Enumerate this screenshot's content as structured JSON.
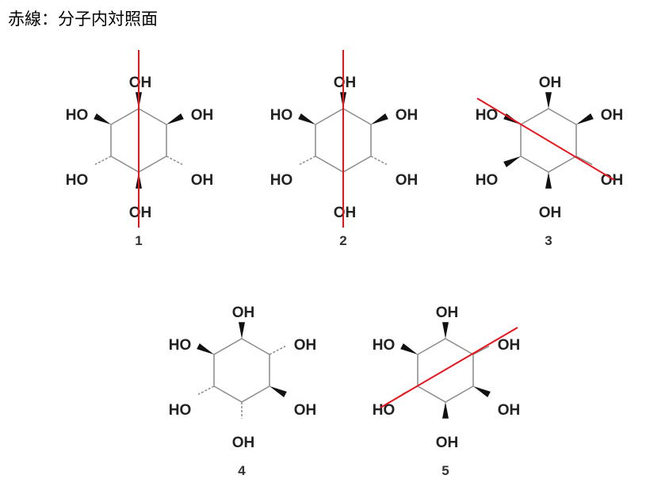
{
  "title": "赤線：分子内対照面",
  "colors": {
    "mirror_plane": "#e8141b",
    "bond": "#8a8a8a",
    "wedge": "#111111"
  },
  "molecules": [
    {
      "number": "1",
      "labels": {
        "top": "OH",
        "ur": "OH",
        "lr": "OH",
        "bottom": "OH",
        "ll": "HO",
        "ul": "HO"
      },
      "bonds": {
        "top": "wedge",
        "ur": "wedge",
        "lr": "dash",
        "bottom": "wedge",
        "ll": "dash",
        "ul": "wedge"
      },
      "mirror_plane": "vertical"
    },
    {
      "number": "2",
      "labels": {
        "top": "OH",
        "ur": "OH",
        "lr": "OH",
        "bottom": "OH",
        "ll": "HO",
        "ul": "HO"
      },
      "bonds": {
        "top": "wedge",
        "ur": "wedge",
        "lr": "dash",
        "bottom": "plain",
        "ll": "dash",
        "ul": "wedge"
      },
      "mirror_plane": "vertical"
    },
    {
      "number": "3",
      "labels": {
        "top": "OH",
        "ur": "OH",
        "lr": "OH",
        "bottom": "OH",
        "ll": "HO",
        "ul": "HO"
      },
      "bonds": {
        "top": "wedge",
        "ur": "wedge",
        "lr": "plain",
        "bottom": "wedge",
        "ll": "wedge",
        "ul": "wedge"
      },
      "mirror_plane": "ul-lr"
    },
    {
      "number": "4",
      "labels": {
        "top": "OH",
        "ur": "OH",
        "lr": "OH",
        "bottom": "OH",
        "ll": "HO",
        "ul": "HO"
      },
      "bonds": {
        "top": "wedge",
        "ur": "dash",
        "lr": "wedge",
        "bottom": "dash",
        "ll": "dash",
        "ul": "wedge"
      },
      "mirror_plane": "none"
    },
    {
      "number": "5",
      "labels": {
        "top": "OH",
        "ur": "OH",
        "lr": "OH",
        "bottom": "OH",
        "ll": "HO",
        "ul": "HO"
      },
      "bonds": {
        "top": "wedge",
        "ur": "plain",
        "lr": "wedge",
        "bottom": "wedge",
        "ll": "plain",
        "ul": "wedge"
      },
      "mirror_plane": "ll-ur"
    }
  ]
}
